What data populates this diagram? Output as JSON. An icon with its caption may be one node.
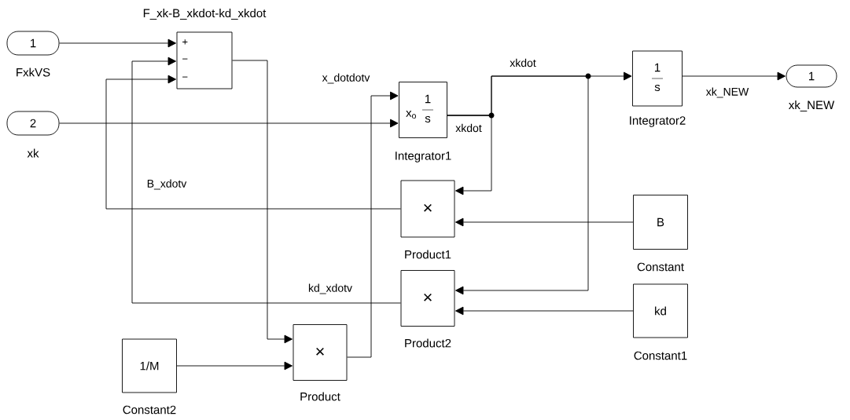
{
  "diagram": {
    "nodes": [
      {
        "text": [
          "1"
        ],
        "beside": [
          "FxkVS"
        ]
      },
      {
        "text": [
          "2"
        ],
        "beside": [
          "xk"
        ]
      },
      {
        "text": [
          "+",
          "−",
          "−"
        ],
        "beside": [
          "F_xk-B_xkdot-kd_xkdot"
        ]
      },
      {
        "text": [
          "1",
          "s",
          "x$_{o}$"
        ],
        "beside": [
          "Integrator1"
        ]
      },
      {
        "text": [
          "1",
          "s"
        ],
        "beside": [
          "Integrator2"
        ]
      },
      {
        "text": [
          "1"
        ],
        "beside": [
          "xk_NEW"
        ]
      },
      {
        "text": [
          "×"
        ],
        "beside": [
          "Product1"
        ]
      },
      {
        "text": [
          "B"
        ],
        "beside": [
          "Constant"
        ]
      },
      {
        "text": [
          "×"
        ],
        "beside": [
          "Product2"
        ]
      },
      {
        "text": [
          "kd"
        ],
        "beside": [
          "Constant1"
        ]
      },
      {
        "text": [
          "1/M"
        ],
        "beside": [
          "Constant2"
        ]
      },
      {
        "text": [
          "×"
        ],
        "beside": [
          "Product"
        ]
      }
    ],
    "edges": [
      {
        "from": 0,
        "to": 2,
        "arrow": "to"
      },
      {
        "from": 1,
        "to": 3,
        "arrow": "to"
      },
      {
        "from": 2,
        "to": 11,
        "arrow": "to"
      },
      {
        "from": 10,
        "to": 11,
        "arrow": "to"
      },
      {
        "from": 11,
        "to": 3,
        "arrow": "to",
        "label": "x_dotdotv"
      },
      {
        "from": 3,
        "to": 4,
        "arrow": "to",
        "label": "xkdot"
      },
      {
        "from": 3,
        "to": 6,
        "arrow": "to",
        "label": "xkdot"
      },
      {
        "from": 3,
        "to": 8,
        "arrow": "to"
      },
      {
        "from": 4,
        "to": 5,
        "arrow": "to",
        "label": "xk_NEW"
      },
      {
        "from": 7,
        "to": 6,
        "arrow": "to"
      },
      {
        "from": 9,
        "to": 8,
        "arrow": "to"
      },
      {
        "from": 6,
        "to": 2,
        "arrow": "to",
        "label": "B_xdotv"
      },
      {
        "from": 8,
        "to": 2,
        "arrow": "to",
        "label": "kd_xdotv"
      }
    ]
  }
}
